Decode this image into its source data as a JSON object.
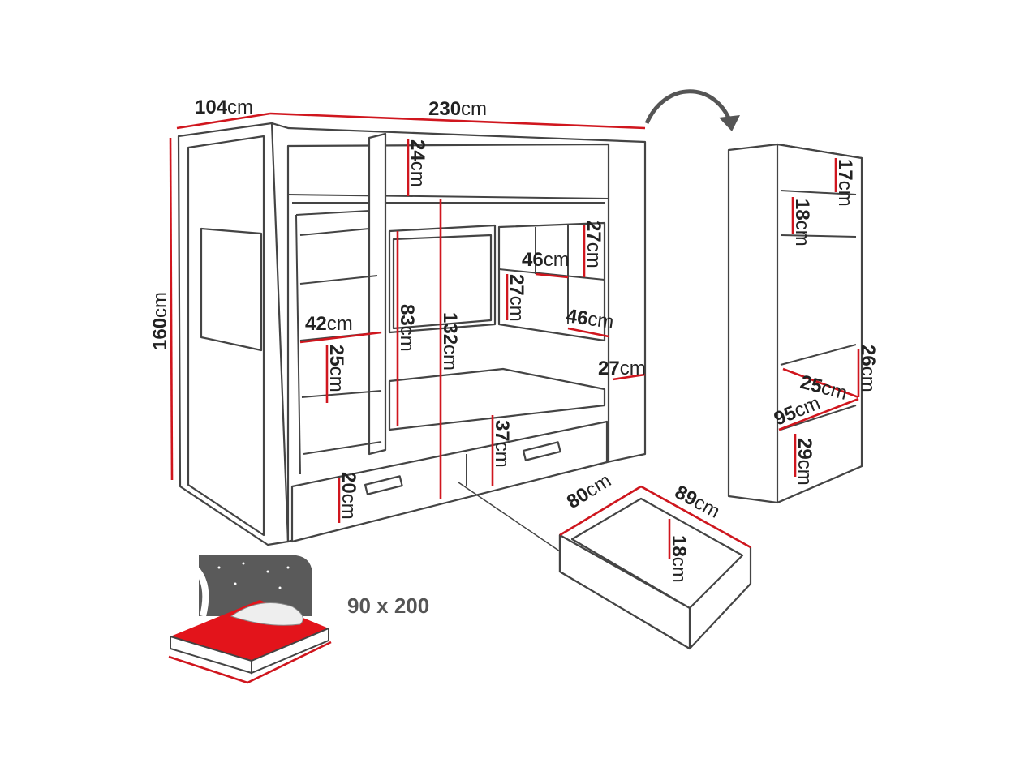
{
  "labels": {
    "depth": {
      "value": "104",
      "unit": "cm"
    },
    "length": {
      "value": "230",
      "unit": "cm"
    },
    "height": {
      "value": "160",
      "unit": "cm"
    },
    "top_rail": {
      "value": "24",
      "unit": "cm"
    },
    "shelf_top_right_height": {
      "value": "27",
      "unit": "cm"
    },
    "shelf_upper_width": {
      "value": "46",
      "unit": "cm"
    },
    "shelf_mid_height": {
      "value": "27",
      "unit": "cm"
    },
    "shelf_lower_width": {
      "value": "46",
      "unit": "cm"
    },
    "shelf_depth": {
      "value": "27",
      "unit": "cm"
    },
    "ladder_shelf_width": {
      "value": "42",
      "unit": "cm"
    },
    "ladder_shelf_height": {
      "value": "25",
      "unit": "cm"
    },
    "lower_clearance": {
      "value": "83",
      "unit": "cm"
    },
    "upper_bed_height": {
      "value": "132",
      "unit": "cm"
    },
    "lower_bed_height": {
      "value": "37",
      "unit": "cm"
    },
    "drawer_front_height": {
      "value": "20",
      "unit": "cm"
    },
    "cabinet_top_shelf": {
      "value": "17",
      "unit": "cm"
    },
    "cabinet_second_shelf": {
      "value": "18",
      "unit": "cm"
    },
    "cabinet_compartment_height": {
      "value": "26",
      "unit": "cm"
    },
    "cabinet_compartment_depth": {
      "value": "25",
      "unit": "cm"
    },
    "cabinet_width": {
      "value": "95",
      "unit": "cm"
    },
    "cabinet_bottom_shelf": {
      "value": "29",
      "unit": "cm"
    },
    "drawer_width": {
      "value": "80",
      "unit": "cm"
    },
    "drawer_length": {
      "value": "89",
      "unit": "cm"
    },
    "drawer_height": {
      "value": "18",
      "unit": "cm"
    }
  },
  "mattress_size": "90 x 200",
  "colors": {
    "dimension_line": "#d0161e",
    "outline": "#444444",
    "mattress": "#e3141b",
    "headboard": "#5a5a5a"
  }
}
